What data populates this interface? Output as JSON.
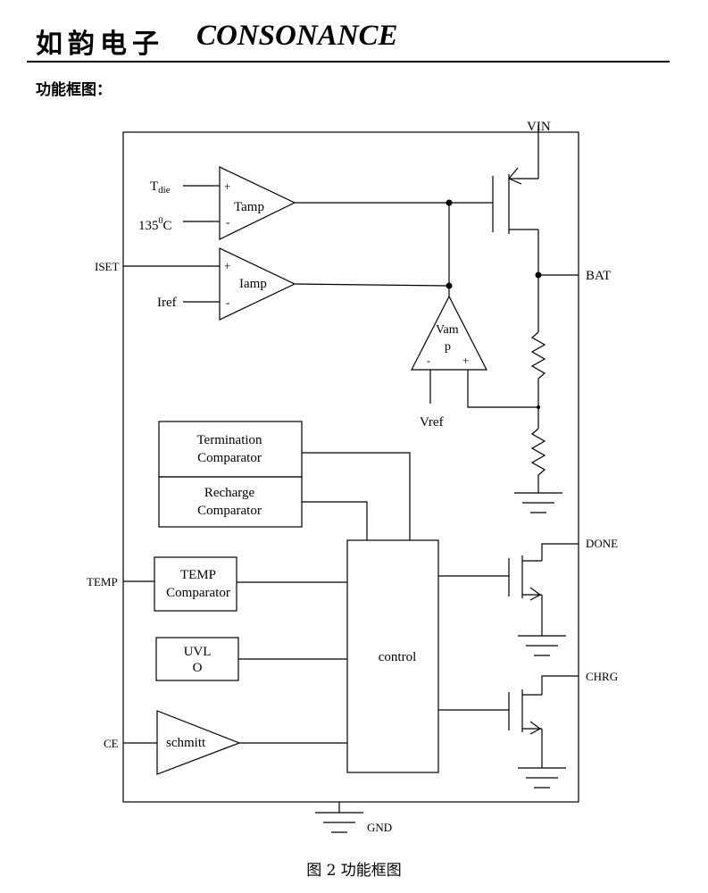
{
  "header": {
    "company_cn": "如韵电子",
    "company_en": "CONSONANCE"
  },
  "section_title": "功能框图：",
  "caption": "图 2  功能框图",
  "diagram": {
    "pins": {
      "vin": "VIN",
      "bat": "BAT",
      "iset": "ISET",
      "temp": "TEMP",
      "ce": "CE",
      "done": "DONE",
      "chrg": "CHRG",
      "gnd": "GND"
    },
    "inputs": {
      "tdie_main": "T",
      "tdie_sub": "die",
      "t135": "135",
      "t135_sup": "0",
      "t135_unit": "C",
      "iref": "Iref",
      "vref": "Vref"
    },
    "amps": {
      "tamp": "Tamp",
      "iamp": "Iamp",
      "vamp_line1": "Vam",
      "vamp_line2": "p",
      "plus": "+",
      "minus": "-"
    },
    "blocks": {
      "termination_1": "Termination",
      "termination_2": "Comparator",
      "recharge_1": "Recharge",
      "recharge_2": "Comparator",
      "temp_1": "TEMP",
      "temp_2": "Comparator",
      "uvlo_1": "UVL",
      "uvlo_2": "O",
      "schmitt": "schmitt",
      "control": "control"
    }
  }
}
